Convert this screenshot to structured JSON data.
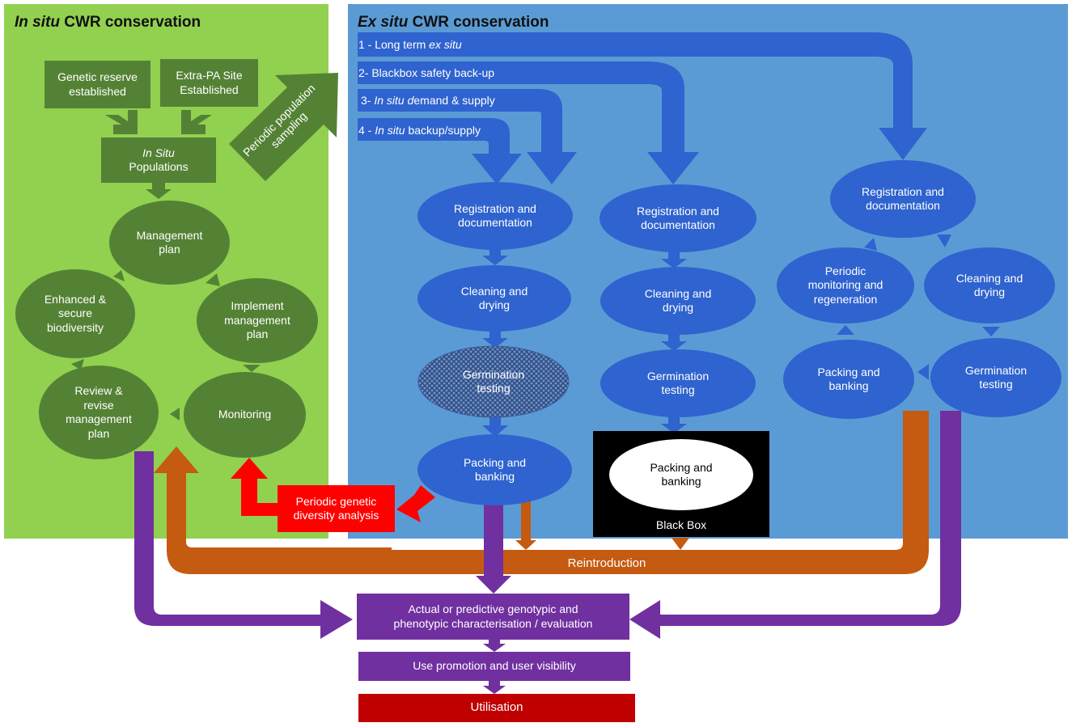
{
  "insitu_title": {
    "italic": "In situ",
    "rest": " CWR conservation"
  },
  "exsitu_title": {
    "italic": "Ex situ",
    "rest": " CWR conservation"
  },
  "insitu": {
    "genetic_reserve": [
      "Genetic reserve",
      "established"
    ],
    "extra_pa": [
      "Extra-PA Site",
      "Established"
    ],
    "populations": [
      "In Situ",
      "Populations"
    ],
    "periodic_sampling": [
      "Periodic population",
      "sampling"
    ],
    "management_plan": [
      "Management",
      "plan"
    ],
    "enhanced": [
      "Enhanced &",
      "secure",
      "biodiversity"
    ],
    "implement": [
      "Implement",
      "management",
      "plan"
    ],
    "review": [
      "Review &",
      "revise",
      "management",
      "plan"
    ],
    "monitoring": [
      "Monitoring"
    ]
  },
  "lanes": [
    {
      "num": "1 - ",
      "pre": "Long term ",
      "it": "ex situ",
      "post": ""
    },
    {
      "num": "2- ",
      "pre": "Blackbox safety back-up",
      "it": "",
      "post": ""
    },
    {
      "num": "3- ",
      "pre": "",
      "it": "In situ d",
      "post": "emand & supply"
    },
    {
      "num": "4 - ",
      "pre": "",
      "it": "In situ",
      "post": " backup/supply"
    }
  ],
  "col1": {
    "registration": [
      "Registration and",
      "documentation"
    ],
    "cleaning": [
      "Cleaning and",
      "drying"
    ],
    "germination": [
      "Germination",
      "testing"
    ],
    "packing": [
      "Packing and",
      "banking"
    ]
  },
  "col2": {
    "registration": [
      "Registration and",
      "documentation"
    ],
    "cleaning": [
      "Cleaning and",
      "drying"
    ],
    "germination": [
      "Germination",
      "testing"
    ],
    "packing": [
      "Packing and",
      "banking"
    ],
    "blackbox_label": "Black Box"
  },
  "col3": {
    "registration": [
      "Registration and",
      "documentation"
    ],
    "periodic": [
      "Periodic",
      "monitoring and",
      "regeneration"
    ],
    "cleaning": [
      "Cleaning and",
      "drying"
    ],
    "packing": [
      "Packing and",
      "banking"
    ],
    "germination": [
      "Germination",
      "testing"
    ]
  },
  "genetic_analysis": [
    "Periodic genetic",
    "diversity analysis"
  ],
  "reintroduction": "Reintroduction",
  "bottom": {
    "characterisation": [
      "Actual or predictive genotypic and",
      "phenotypic  characterisation / evaluation"
    ],
    "use_promotion": "Use promotion and user visibility",
    "utilisation": "Utilisation"
  },
  "colors": {
    "insitu_bg": "#92d050",
    "exsitu_bg": "#5b9bd5",
    "green_node": "#548235",
    "blue_node": "#2f63cf",
    "purple": "#7030a0",
    "orange": "#c55a11",
    "red": "#ff0000",
    "dark_red": "#c00000",
    "black": "#000000"
  }
}
